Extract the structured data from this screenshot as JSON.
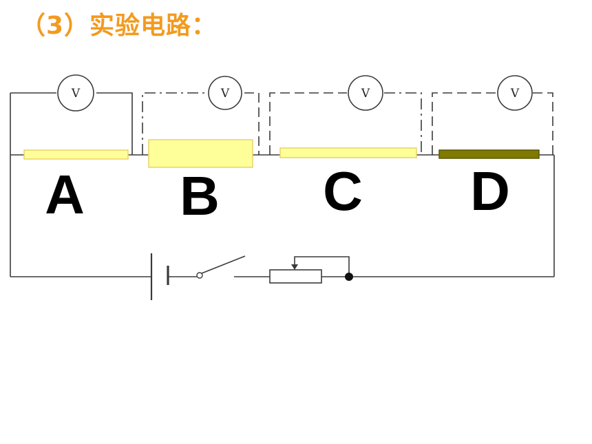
{
  "title": "（3）实验电路：",
  "voltmeter_symbol": "V",
  "wires": [
    {
      "label": "A",
      "fill": "#ffff99",
      "stroke": "#e8d26a"
    },
    {
      "label": "B",
      "fill": "#ffff99",
      "stroke": "#e8d26a"
    },
    {
      "label": "C",
      "fill": "#ffff99",
      "stroke": "#e8d26a"
    },
    {
      "label": "D",
      "fill": "#7f7a00",
      "stroke": "#5a5600"
    }
  ],
  "colors": {
    "title": "#f39a1e",
    "line": "#3a3a3a"
  }
}
